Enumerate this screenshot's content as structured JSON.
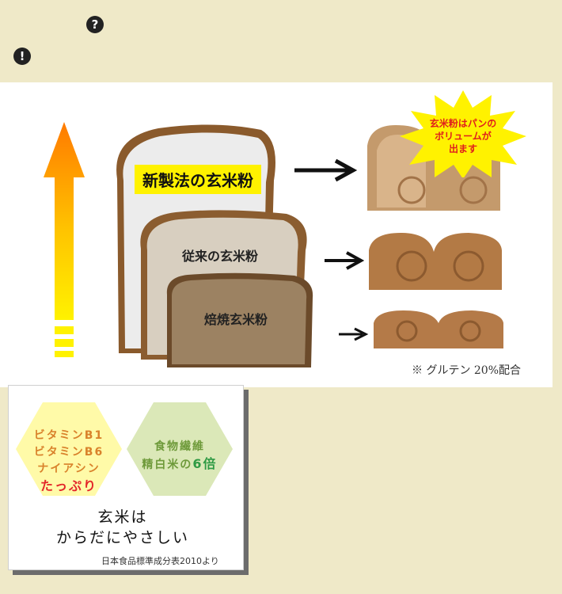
{
  "top_panel": {
    "label_new": "新製法の玄米粉",
    "label_old": "従来の玄米粉",
    "label_roasted": "焙焼玄米粉",
    "burst_line1": "玄米粉はパンの",
    "burst_line2": "ボリュームが",
    "burst_line3": "出ます",
    "note": "※ グルテン 20%配合"
  },
  "nutrition_card": {
    "left_line1": "ビタミンB1",
    "left_line2": "ビタミンB6",
    "left_line3": "ナイアシン",
    "left_emphasis": "たっぷり",
    "right_line1": "食物繊維",
    "right_line2_prefix": "精白米の",
    "right_line2_emphasis": "6倍",
    "message_line1": "玄米は",
    "message_line2": "からだにやさしい",
    "source": "日本食品標準成分表2010より"
  }
}
